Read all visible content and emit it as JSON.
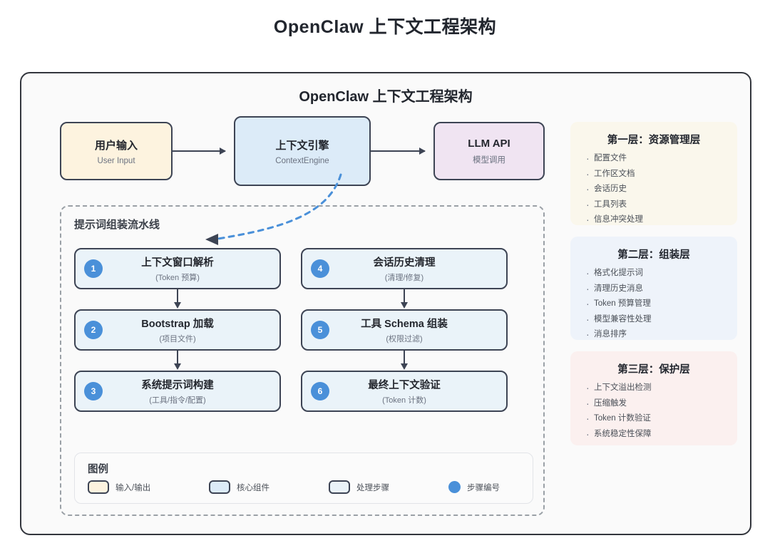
{
  "main_title": "OpenClaw 上下文工程架构",
  "frame_title": "OpenClaw 上下文工程架构",
  "flow": {
    "input": {
      "title": "用户输入",
      "subtitle": "User Input",
      "color": "#fdf3df"
    },
    "engine": {
      "title": "上下文引擎",
      "subtitle": "ContextEngine",
      "color": "#dcebf8"
    },
    "llm": {
      "title": "LLM API",
      "subtitle": "模型调用",
      "color": "#f0e4f2"
    }
  },
  "pipeline": {
    "title": "提示词组装流水线",
    "left_steps": [
      {
        "num": "1",
        "title": "上下文窗口解析",
        "subtitle": "(Token 预算)"
      },
      {
        "num": "2",
        "title": "Bootstrap 加载",
        "subtitle": "(项目文件)"
      },
      {
        "num": "3",
        "title": "系统提示词构建",
        "subtitle": "(工具/指令/配置)"
      }
    ],
    "right_steps": [
      {
        "num": "4",
        "title": "会话历史清理",
        "subtitle": "(清理/修复)"
      },
      {
        "num": "5",
        "title": "工具 Schema 组装",
        "subtitle": "(权限过滤)"
      },
      {
        "num": "6",
        "title": "最终上下文验证",
        "subtitle": "(Token 计数)"
      }
    ]
  },
  "legend": {
    "title": "图例",
    "items": [
      {
        "label": "输入/输出",
        "shape": "rounded-rect",
        "color": "#fdf3df"
      },
      {
        "label": "核心组件",
        "shape": "rounded-rect",
        "color": "#dcebf8"
      },
      {
        "label": "处理步骤",
        "shape": "rounded-rect",
        "color": "#eaf3f9"
      },
      {
        "label": "步骤编号",
        "shape": "circle",
        "color": "#4a90d9"
      }
    ]
  },
  "layers": [
    {
      "title": "第一层：资源管理层",
      "color": "#faf7ec",
      "items": [
        "配置文件",
        "工作区文档",
        "会话历史",
        "工具列表",
        "信息冲突处理"
      ]
    },
    {
      "title": "第二层：组装层",
      "color": "#eef3fa",
      "items": [
        "格式化提示词",
        "清理历史消息",
        "Token 预算管理",
        "模型兼容性处理",
        "消息排序"
      ]
    },
    {
      "title": "第三层：保护层",
      "color": "#fbf0ef",
      "items": [
        "上下文溢出检测",
        "压缩触发",
        "Token 计数验证",
        "系统稳定性保障"
      ]
    }
  ],
  "colors": {
    "accent_blue": "#4a90d9",
    "border_dark": "#3d4454",
    "frame_border": "#33363d",
    "dashed_grey": "#9aa0a6"
  }
}
